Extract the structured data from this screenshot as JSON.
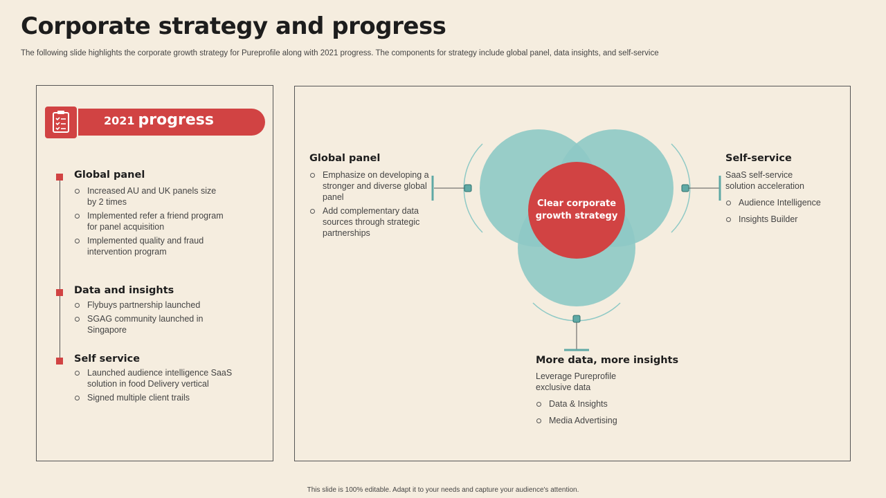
{
  "header": {
    "title": "Corporate strategy and progress",
    "subtitle": "The following slide highlights the corporate growth strategy for Pureprofile along with 2021 progress. The components for strategy include global panel, data insights, and self-service"
  },
  "progress": {
    "banner_year": "2021",
    "banner_word": "progress",
    "icon": "clipboard-checklist-icon",
    "sections": [
      {
        "heading": "Global panel",
        "items": [
          "Increased AU and UK panels size by 2 times",
          "Implemented refer a friend program for panel acquisition",
          "Implemented quality and fraud intervention program"
        ]
      },
      {
        "heading": "Data and insights",
        "items": [
          "Flybuys partnership launched",
          "SGAG community launched in Singapore"
        ]
      },
      {
        "heading": "Self service",
        "items": [
          "Launched audience intelligence SaaS solution in food Delivery vertical",
          "Signed multiple client trails"
        ]
      }
    ]
  },
  "strategy": {
    "center": "Clear corporate growth strategy",
    "global_panel": {
      "heading": "Global panel",
      "items": [
        "Emphasize on developing a stronger and diverse global panel",
        "Add complementary data sources through strategic partnerships"
      ]
    },
    "self_service": {
      "heading": "Self-service",
      "intro": "SaaS self-service solution acceleration",
      "items": [
        "Audience Intelligence",
        "Insights Builder"
      ]
    },
    "more_data": {
      "heading": "More data, more insights",
      "intro": "Leverage  Pureprofile exclusive data",
      "items": [
        "Data & Insights",
        "Media Advertising"
      ]
    }
  },
  "footer": "This slide is 100% editable. Adapt it to your needs and capture your audience's attention.",
  "colors": {
    "background": "#f5eddf",
    "accent_red": "#d14343",
    "teal": "#8ec9c5",
    "teal_dark": "#5fa9a5"
  }
}
